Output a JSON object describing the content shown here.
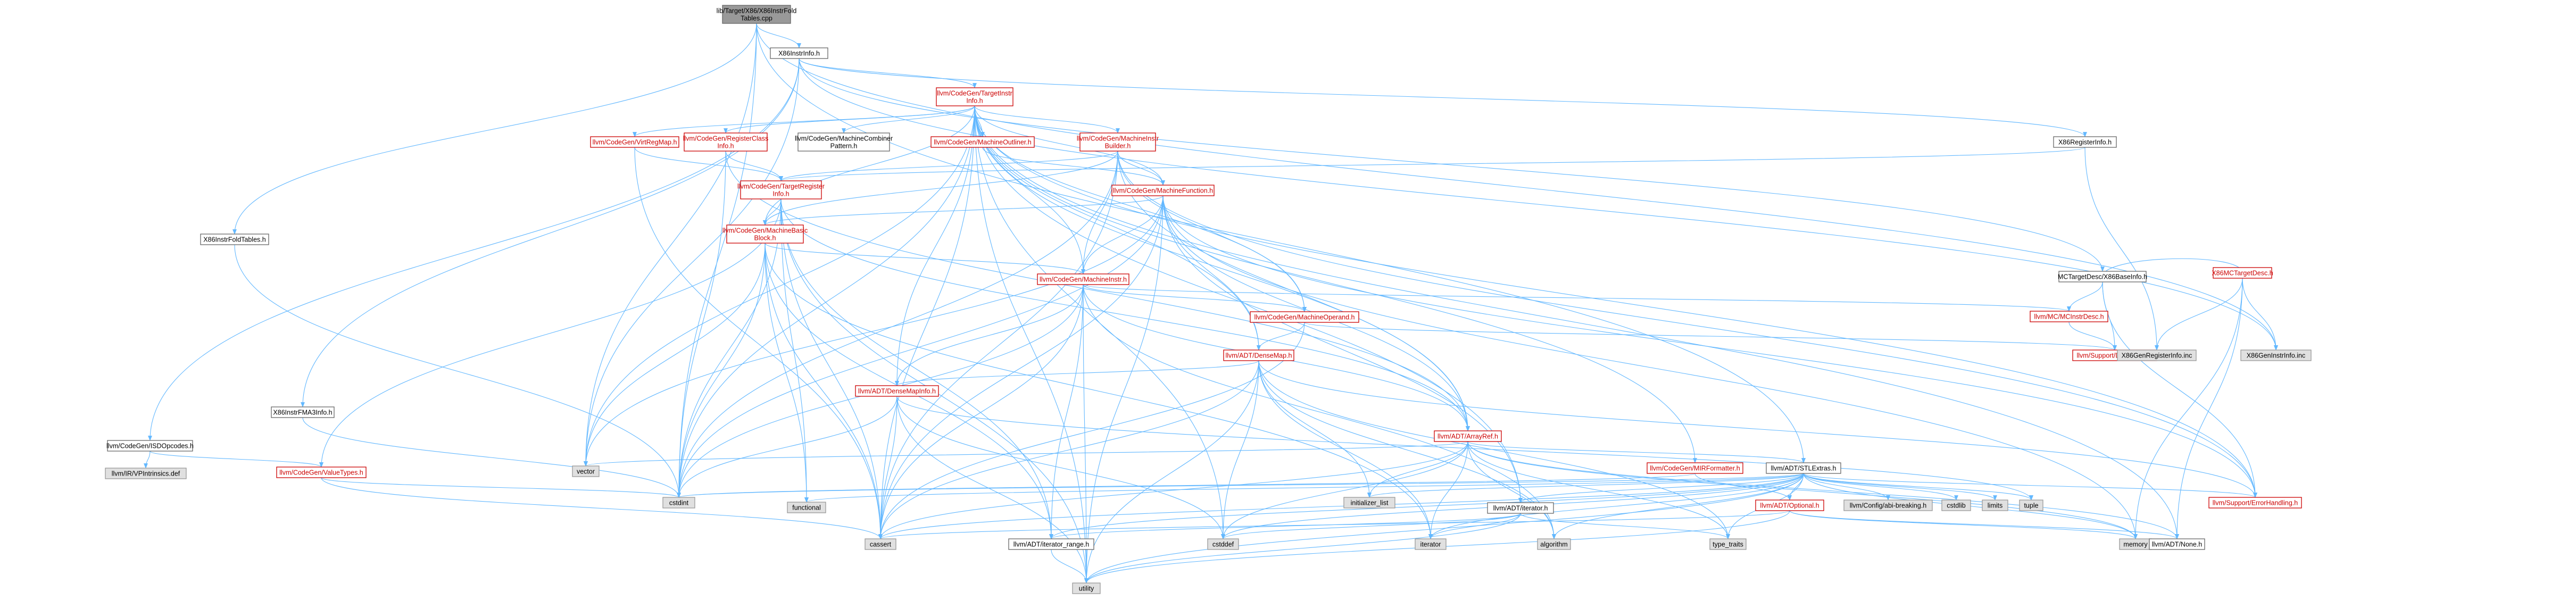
{
  "colors": {
    "edge": "#63b8ff",
    "border_normal": "#666666",
    "border_highlight": "#cc0000",
    "fill_normal": "#ffffff",
    "fill_root": "#999999",
    "fill_system": "#e0e0e0",
    "text_normal": "#000000",
    "text_highlight": "#cc0000"
  },
  "nodes": [
    {
      "id": "root",
      "lines": [
        "lib/Target/X86/X86InstrFold",
        "Tables.cpp"
      ],
      "style": "root"
    },
    {
      "id": "x86instrinfo",
      "lines": [
        "X86InstrInfo.h"
      ],
      "style": "normal"
    },
    {
      "id": "x86instrfoldtables",
      "lines": [
        "X86InstrFoldTables.h"
      ],
      "style": "normal"
    },
    {
      "id": "targetinstrinfo",
      "lines": [
        "llvm/CodeGen/TargetInstr",
        "Info.h"
      ],
      "style": "highlight"
    },
    {
      "id": "x86instrfma3info",
      "lines": [
        "X86InstrFMA3Info.h"
      ],
      "style": "normal"
    },
    {
      "id": "isdopcodes",
      "lines": [
        "llvm/CodeGen/ISDOpcodes.h"
      ],
      "style": "normal"
    },
    {
      "id": "vregmap",
      "lines": [
        "llvm/CodeGen/VirtRegMap.h"
      ],
      "style": "highlight"
    },
    {
      "id": "registerclassinfo",
      "lines": [
        "llvm/CodeGen/RegisterClass",
        "Info.h"
      ],
      "style": "highlight"
    },
    {
      "id": "machinecombinerpattern",
      "lines": [
        "llvm/CodeGen/MachineCombiner",
        "Pattern.h"
      ],
      "style": "normal"
    },
    {
      "id": "machineoutliner",
      "lines": [
        "llvm/CodeGen/MachineOutliner.h"
      ],
      "style": "highlight"
    },
    {
      "id": "machineinstrbuilder",
      "lines": [
        "llvm/CodeGen/MachineInstr",
        "Builder.h"
      ],
      "style": "highlight"
    },
    {
      "id": "x86registerinfo",
      "lines": [
        "X86RegisterInfo.h"
      ],
      "style": "normal"
    },
    {
      "id": "targetregisterinfo",
      "lines": [
        "llvm/CodeGen/TargetRegister",
        "Info.h"
      ],
      "style": "highlight"
    },
    {
      "id": "machinefunction",
      "lines": [
        "llvm/CodeGen/MachineFunction.h"
      ],
      "style": "highlight"
    },
    {
      "id": "machinebasicblock",
      "lines": [
        "llvm/CodeGen/MachineBasic",
        "Block.h"
      ],
      "style": "highlight"
    },
    {
      "id": "machineinstr",
      "lines": [
        "llvm/CodeGen/MachineInstr.h"
      ],
      "style": "highlight"
    },
    {
      "id": "machineoperand",
      "lines": [
        "llvm/CodeGen/MachineOperand.h"
      ],
      "style": "highlight"
    },
    {
      "id": "mctargetdesc_base",
      "lines": [
        "MCTargetDesc/X86BaseInfo.h"
      ],
      "style": "normal"
    },
    {
      "id": "x86mctargetdesc",
      "lines": [
        "X86MCTargetDesc.h"
      ],
      "style": "highlight"
    },
    {
      "id": "mcinstrdesc",
      "lines": [
        "llvm/MC/MCInstrDesc.h"
      ],
      "style": "highlight"
    },
    {
      "id": "datatypes",
      "lines": [
        "llvm/Support/DataTypes.h"
      ],
      "style": "highlight"
    },
    {
      "id": "x86genregisterinfo",
      "lines": [
        "X86GenRegisterInfo.inc"
      ],
      "style": "system"
    },
    {
      "id": "x86geninstrinfo",
      "lines": [
        "X86GenInstrInfo.inc"
      ],
      "style": "system"
    },
    {
      "id": "densemap",
      "lines": [
        "llvm/ADT/DenseMap.h"
      ],
      "style": "highlight"
    },
    {
      "id": "densemapinfo",
      "lines": [
        "llvm/ADT/DenseMapInfo.h"
      ],
      "style": "highlight"
    },
    {
      "id": "valuetypes",
      "lines": [
        "llvm/CodeGen/ValueTypes.h"
      ],
      "style": "highlight"
    },
    {
      "id": "intrinsicsdef",
      "lines": [
        "llvm/IR/VPIntrinsics.def"
      ],
      "style": "system"
    },
    {
      "id": "arrayref",
      "lines": [
        "llvm/ADT/ArrayRef.h"
      ],
      "style": "highlight"
    },
    {
      "id": "vector",
      "lines": [
        "vector"
      ],
      "style": "system"
    },
    {
      "id": "cstdint",
      "lines": [
        "cstdint"
      ],
      "style": "system"
    },
    {
      "id": "functional",
      "lines": [
        "functional"
      ],
      "style": "system"
    },
    {
      "id": "mirformatter",
      "lines": [
        "llvm/CodeGen/MIRFormatter.h"
      ],
      "style": "highlight"
    },
    {
      "id": "stlextras",
      "lines": [
        "llvm/ADT/STLExtras.h"
      ],
      "style": "normal"
    },
    {
      "id": "errorhandling",
      "lines": [
        "llvm/Support/ErrorHandling.h"
      ],
      "style": "highlight"
    },
    {
      "id": "initializer_list",
      "lines": [
        "initializer_list"
      ],
      "style": "system"
    },
    {
      "id": "iterator_h",
      "lines": [
        "llvm/ADT/iterator.h"
      ],
      "style": "normal"
    },
    {
      "id": "optional",
      "lines": [
        "llvm/ADT/Optional.h"
      ],
      "style": "highlight"
    },
    {
      "id": "disablebreaking",
      "lines": [
        "llvm/Config/abi-breaking.h"
      ],
      "style": "system"
    },
    {
      "id": "cstdlib",
      "lines": [
        "cstdlib"
      ],
      "style": "system"
    },
    {
      "id": "limits",
      "lines": [
        "limits"
      ],
      "style": "system"
    },
    {
      "id": "tuple",
      "lines": [
        "tuple"
      ],
      "style": "system"
    },
    {
      "id": "cassert",
      "lines": [
        "cassert"
      ],
      "style": "system"
    },
    {
      "id": "iterator_range",
      "lines": [
        "llvm/ADT/iterator_range.h"
      ],
      "style": "normal"
    },
    {
      "id": "cstddef",
      "lines": [
        "cstddef"
      ],
      "style": "system"
    },
    {
      "id": "iterator",
      "lines": [
        "iterator"
      ],
      "style": "system"
    },
    {
      "id": "algorithm",
      "lines": [
        "algorithm"
      ],
      "style": "system"
    },
    {
      "id": "type_traits",
      "lines": [
        "type_traits"
      ],
      "style": "system"
    },
    {
      "id": "memory",
      "lines": [
        "memory"
      ],
      "style": "system"
    },
    {
      "id": "none",
      "lines": [
        "llvm/ADT/None.h"
      ],
      "style": "normal"
    },
    {
      "id": "utility",
      "lines": [
        "utility"
      ],
      "style": "system"
    }
  ],
  "edges": [
    [
      "root",
      "x86instrinfo"
    ],
    [
      "root",
      "x86instrfoldtables"
    ],
    [
      "root",
      "vector"
    ],
    [
      "root",
      "cstdint"
    ],
    [
      "root",
      "stlextras"
    ],
    [
      "root",
      "x86geninstrinfo"
    ],
    [
      "x86instrinfo",
      "targetinstrinfo"
    ],
    [
      "x86instrinfo",
      "x86instrfma3info"
    ],
    [
      "x86instrinfo",
      "isdopcodes"
    ],
    [
      "x86instrinfo",
      "x86registerinfo"
    ],
    [
      "x86instrinfo",
      "mctargetdesc_base"
    ],
    [
      "x86instrinfo",
      "vector"
    ],
    [
      "x86instrinfo",
      "x86geninstrinfo"
    ],
    [
      "x86instrfoldtables",
      "cstdint"
    ],
    [
      "targetinstrinfo",
      "vregmap"
    ],
    [
      "targetinstrinfo",
      "registerclassinfo"
    ],
    [
      "targetinstrinfo",
      "machinecombinerpattern"
    ],
    [
      "targetinstrinfo",
      "machineoutliner"
    ],
    [
      "targetinstrinfo",
      "machineinstrbuilder"
    ],
    [
      "targetinstrinfo",
      "machinefunction"
    ],
    [
      "targetinstrinfo",
      "machinebasicblock"
    ],
    [
      "targetinstrinfo",
      "machineinstr"
    ],
    [
      "targetinstrinfo",
      "machineoperand"
    ],
    [
      "targetinstrinfo",
      "densemap"
    ],
    [
      "targetinstrinfo",
      "densemapinfo"
    ],
    [
      "targetinstrinfo",
      "arrayref"
    ],
    [
      "targetinstrinfo",
      "mirformatter"
    ],
    [
      "targetinstrinfo",
      "errorhandling"
    ],
    [
      "targetinstrinfo",
      "cassert"
    ],
    [
      "targetinstrinfo",
      "cstddef"
    ],
    [
      "targetinstrinfo",
      "cstdint"
    ],
    [
      "targetinstrinfo",
      "utility"
    ],
    [
      "targetinstrinfo",
      "vector"
    ],
    [
      "targetinstrinfo",
      "none"
    ],
    [
      "targetinstrinfo",
      "iterator_h"
    ],
    [
      "x86instrfma3info",
      "cstdint"
    ],
    [
      "isdopcodes",
      "valuetypes"
    ],
    [
      "isdopcodes",
      "intrinsicsdef"
    ],
    [
      "vregmap",
      "targetregisterinfo"
    ],
    [
      "vregmap",
      "cassert"
    ],
    [
      "registerclassinfo",
      "targetregisterinfo"
    ],
    [
      "registerclassinfo",
      "arrayref"
    ],
    [
      "registerclassinfo",
      "cstdint"
    ],
    [
      "machineoutliner",
      "machinefunction"
    ],
    [
      "machineinstrbuilder",
      "targetregisterinfo"
    ],
    [
      "machineinstrbuilder",
      "machinefunction"
    ],
    [
      "machineinstrbuilder",
      "machinebasicblock"
    ],
    [
      "machineinstrbuilder",
      "machineinstr"
    ],
    [
      "machineinstrbuilder",
      "machineoperand"
    ],
    [
      "machineinstrbuilder",
      "arrayref"
    ],
    [
      "machineinstrbuilder",
      "errorhandling"
    ],
    [
      "machineinstrbuilder",
      "cassert"
    ],
    [
      "machineinstrbuilder",
      "cstdint"
    ],
    [
      "x86registerinfo",
      "targetregisterinfo"
    ],
    [
      "x86registerinfo",
      "x86genregisterinfo"
    ],
    [
      "targetregisterinfo",
      "machinebasicblock"
    ],
    [
      "targetregisterinfo",
      "arrayref"
    ],
    [
      "targetregisterinfo",
      "valuetypes"
    ],
    [
      "targetregisterinfo",
      "cassert"
    ],
    [
      "targetregisterinfo",
      "cstdint"
    ],
    [
      "targetregisterinfo",
      "functional"
    ],
    [
      "targetregisterinfo",
      "iterator_range"
    ],
    [
      "targetregisterinfo",
      "utility"
    ],
    [
      "machinefunction",
      "machinebasicblock"
    ],
    [
      "machinefunction",
      "machineinstr"
    ],
    [
      "machinefunction",
      "densemap"
    ],
    [
      "machinefunction",
      "arrayref"
    ],
    [
      "machinefunction",
      "iterator_h"
    ],
    [
      "machinefunction",
      "errorhandling"
    ],
    [
      "machinefunction",
      "cassert"
    ],
    [
      "machinefunction",
      "cstdint"
    ],
    [
      "machinefunction",
      "memory"
    ],
    [
      "machinefunction",
      "utility"
    ],
    [
      "machinefunction",
      "vector"
    ],
    [
      "machinebasicblock",
      "machineinstr"
    ],
    [
      "machinebasicblock",
      "iterator_range"
    ],
    [
      "machinebasicblock",
      "cassert"
    ],
    [
      "machinebasicblock",
      "cstdint"
    ],
    [
      "machinebasicblock",
      "functional"
    ],
    [
      "machinebasicblock",
      "iterator"
    ],
    [
      "machinebasicblock",
      "vector"
    ],
    [
      "machineinstr",
      "machineoperand"
    ],
    [
      "machineinstr",
      "mcinstrdesc"
    ],
    [
      "machineinstr",
      "densemapinfo"
    ],
    [
      "machineinstr",
      "arrayref"
    ],
    [
      "machineinstr",
      "iterator_range"
    ],
    [
      "machineinstr",
      "cassert"
    ],
    [
      "machineinstr",
      "cstdint"
    ],
    [
      "machineinstr",
      "utility"
    ],
    [
      "machineinstr",
      "algorithm"
    ],
    [
      "machineoperand",
      "densemap"
    ],
    [
      "machineoperand",
      "datatypes"
    ],
    [
      "machineoperand",
      "cassert"
    ],
    [
      "mctargetdesc_base",
      "x86mctargetdesc"
    ],
    [
      "mctargetdesc_base",
      "mcinstrdesc"
    ],
    [
      "mctargetdesc_base",
      "datatypes"
    ],
    [
      "mctargetdesc_base",
      "errorhandling"
    ],
    [
      "x86mctargetdesc",
      "x86genregisterinfo"
    ],
    [
      "x86mctargetdesc",
      "x86geninstrinfo"
    ],
    [
      "x86mctargetdesc",
      "memory"
    ],
    [
      "x86mctargetdesc",
      "none"
    ],
    [
      "mcinstrdesc",
      "datatypes"
    ],
    [
      "densemap",
      "densemapinfo"
    ],
    [
      "densemap",
      "errorhandling"
    ],
    [
      "densemap",
      "algorithm"
    ],
    [
      "densemap",
      "cassert"
    ],
    [
      "densemap",
      "cstddef"
    ],
    [
      "densemap",
      "initializer_list"
    ],
    [
      "densemap",
      "iterator"
    ],
    [
      "densemap",
      "type_traits"
    ],
    [
      "densemap",
      "utility"
    ],
    [
      "densemapinfo",
      "cassert"
    ],
    [
      "densemapinfo",
      "cstddef"
    ],
    [
      "densemapinfo",
      "cstdint"
    ],
    [
      "densemapinfo",
      "tuple"
    ],
    [
      "densemapinfo",
      "utility"
    ],
    [
      "valuetypes",
      "cassert"
    ],
    [
      "valuetypes",
      "cstdint"
    ],
    [
      "arrayref",
      "stlextras"
    ],
    [
      "arrayref",
      "none"
    ],
    [
      "arrayref",
      "algorithm"
    ],
    [
      "arrayref",
      "cassert"
    ],
    [
      "arrayref",
      "cstddef"
    ],
    [
      "arrayref",
      "initializer_list"
    ],
    [
      "arrayref",
      "iterator"
    ],
    [
      "arrayref",
      "memory"
    ],
    [
      "arrayref",
      "type_traits"
    ],
    [
      "arrayref",
      "vector"
    ],
    [
      "mirformatter",
      "cstdint"
    ],
    [
      "mirformatter",
      "optional"
    ],
    [
      "stlextras",
      "iterator_h"
    ],
    [
      "stlextras",
      "iterator_range"
    ],
    [
      "stlextras",
      "optional"
    ],
    [
      "stlextras",
      "disablebreaking"
    ],
    [
      "stlextras",
      "errorhandling"
    ],
    [
      "stlextras",
      "algorithm"
    ],
    [
      "stlextras",
      "cassert"
    ],
    [
      "stlextras",
      "cstddef"
    ],
    [
      "stlextras",
      "cstdint"
    ],
    [
      "stlextras",
      "cstdlib"
    ],
    [
      "stlextras",
      "functional"
    ],
    [
      "stlextras",
      "initializer_list"
    ],
    [
      "stlextras",
      "iterator"
    ],
    [
      "stlextras",
      "limits"
    ],
    [
      "stlextras",
      "memory"
    ],
    [
      "stlextras",
      "tuple"
    ],
    [
      "stlextras",
      "type_traits"
    ],
    [
      "stlextras",
      "utility"
    ],
    [
      "iterator_h",
      "iterator_range"
    ],
    [
      "iterator_h",
      "cstddef"
    ],
    [
      "iterator_h",
      "iterator"
    ],
    [
      "iterator_h",
      "type_traits"
    ],
    [
      "iterator_h",
      "utility"
    ],
    [
      "optional",
      "none"
    ],
    [
      "optional",
      "cassert"
    ],
    [
      "optional",
      "memory"
    ],
    [
      "optional",
      "utility"
    ],
    [
      "iterator_range",
      "utility"
    ]
  ]
}
